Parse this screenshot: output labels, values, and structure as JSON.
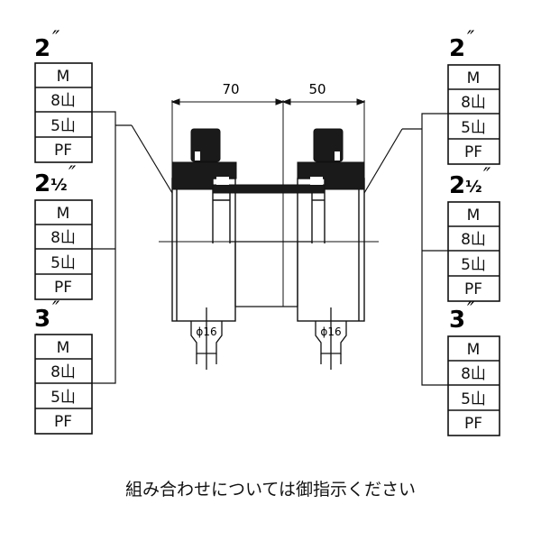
{
  "left_groups": [
    {
      "size": {
        "main": "2",
        "frac": "",
        "mark": "″"
      },
      "rows": [
        "M",
        "8山",
        "5山",
        "PF"
      ]
    },
    {
      "size": {
        "main": "2",
        "frac": "½",
        "mark": "″"
      },
      "rows": [
        "M",
        "8山",
        "5山",
        "PF"
      ]
    },
    {
      "size": {
        "main": "3",
        "frac": "",
        "mark": "″"
      },
      "rows": [
        "M",
        "8山",
        "5山",
        "PF"
      ]
    }
  ],
  "right_groups": [
    {
      "size": {
        "main": "2",
        "frac": "",
        "mark": "″"
      },
      "rows": [
        "M",
        "8山",
        "5山",
        "PF"
      ]
    },
    {
      "size": {
        "main": "2",
        "frac": "½",
        "mark": "″"
      },
      "rows": [
        "M",
        "8山",
        "5山",
        "PF"
      ]
    },
    {
      "size": {
        "main": "3",
        "frac": "",
        "mark": "″"
      },
      "rows": [
        "M",
        "8山",
        "5山",
        "PF"
      ]
    }
  ],
  "dimensions": {
    "left_width": "70",
    "right_width": "50"
  },
  "shaft_labels": {
    "left": "ϕ16",
    "right": "ϕ16"
  },
  "caption": "組み合わせについては御指示ください"
}
